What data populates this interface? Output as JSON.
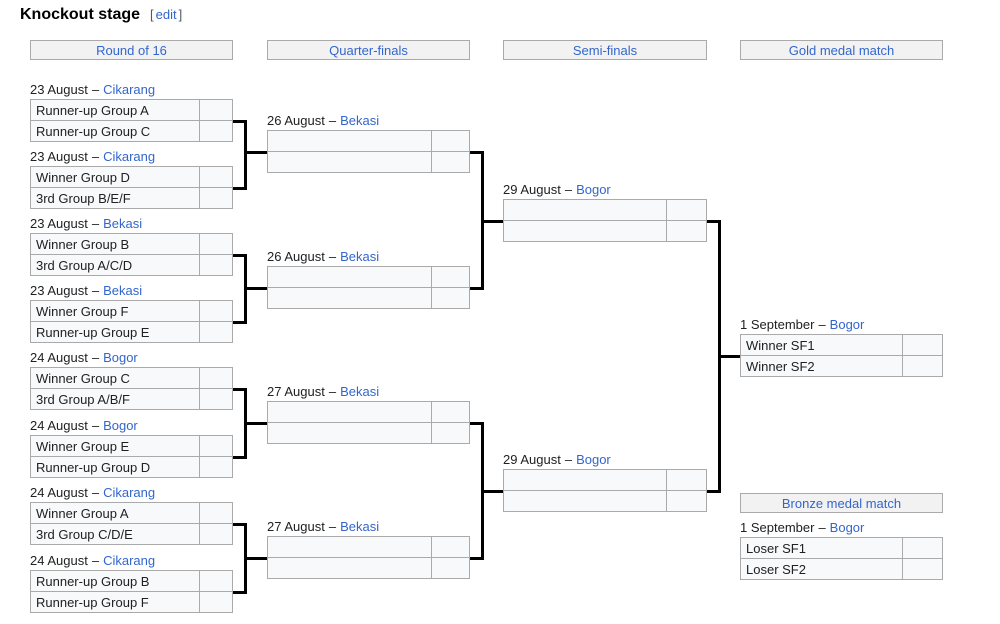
{
  "page": {
    "title": "Knockout stage",
    "edit_open": "[",
    "edit_label": "edit",
    "edit_close": "]"
  },
  "ui": {
    "date_separator": "–"
  },
  "colors": {
    "link_blue": "#3366cc",
    "box_bg": "#f8f9fa",
    "box_border": "#aaaaaa",
    "header_bg": "#f2f2f2",
    "connector": "#000000"
  },
  "headers": {
    "round_of_16": "Round of 16",
    "quarter_finals": "Quarter-finals",
    "semi_finals": "Semi-finals",
    "gold_medal": "Gold medal match",
    "bronze_medal": "Bronze medal match"
  },
  "rounds": {
    "r16": [
      {
        "date": "23 August",
        "venue": "Cikarang",
        "team1": "Runner-up Group A",
        "score1": "",
        "team2": "Runner-up Group C",
        "score2": ""
      },
      {
        "date": "23 August",
        "venue": "Cikarang",
        "team1": "Winner Group D",
        "score1": "",
        "team2": "3rd Group B/E/F",
        "score2": ""
      },
      {
        "date": "23 August",
        "venue": "Bekasi",
        "team1": "Winner Group B",
        "score1": "",
        "team2": "3rd Group A/C/D",
        "score2": ""
      },
      {
        "date": "23 August",
        "venue": "Bekasi",
        "team1": "Winner Group F",
        "score1": "",
        "team2": "Runner-up Group E",
        "score2": ""
      },
      {
        "date": "24 August",
        "venue": "Bogor",
        "team1": "Winner Group C",
        "score1": "",
        "team2": "3rd Group A/B/F",
        "score2": ""
      },
      {
        "date": "24 August",
        "venue": "Bogor",
        "team1": "Winner Group E",
        "score1": "",
        "team2": "Runner-up Group D",
        "score2": ""
      },
      {
        "date": "24 August",
        "venue": "Cikarang",
        "team1": "Winner Group A",
        "score1": "",
        "team2": "3rd Group C/D/E",
        "score2": ""
      },
      {
        "date": "24 August",
        "venue": "Cikarang",
        "team1": "Runner-up Group B",
        "score1": "",
        "team2": "Runner-up Group F",
        "score2": ""
      }
    ],
    "qf": [
      {
        "date": "26 August",
        "venue": "Bekasi",
        "team1": "",
        "score1": "",
        "team2": "",
        "score2": ""
      },
      {
        "date": "26 August",
        "venue": "Bekasi",
        "team1": "",
        "score1": "",
        "team2": "",
        "score2": ""
      },
      {
        "date": "27 August",
        "venue": "Bekasi",
        "team1": "",
        "score1": "",
        "team2": "",
        "score2": ""
      },
      {
        "date": "27 August",
        "venue": "Bekasi",
        "team1": "",
        "score1": "",
        "team2": "",
        "score2": ""
      }
    ],
    "sf": [
      {
        "date": "29 August",
        "venue": "Bogor",
        "team1": "",
        "score1": "",
        "team2": "",
        "score2": ""
      },
      {
        "date": "29 August",
        "venue": "Bogor",
        "team1": "",
        "score1": "",
        "team2": "",
        "score2": ""
      }
    ],
    "final": [
      {
        "date": "1 September",
        "venue": "Bogor",
        "team1": "Winner SF1",
        "score1": "",
        "team2": "Winner SF2",
        "score2": ""
      }
    ],
    "bronze": [
      {
        "date": "1 September",
        "venue": "Bogor",
        "team1": "Loser SF1",
        "score1": "",
        "team2": "Loser SF2",
        "score2": ""
      }
    ]
  }
}
